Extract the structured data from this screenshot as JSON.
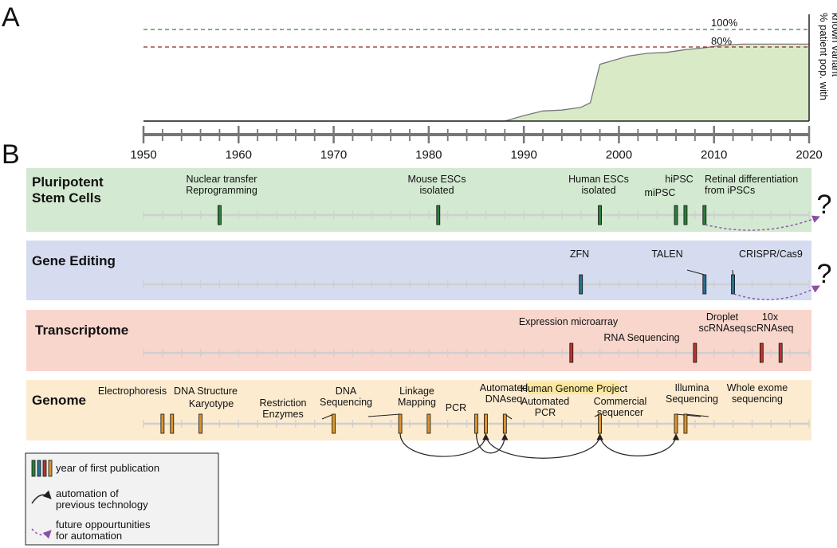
{
  "panel_a": {
    "letter": "A",
    "ylabel_line1": "% patient pop. with",
    "ylabel_line2": "known variant",
    "ref_100": "100%",
    "ref_80": "80%",
    "colors": {
      "fill": "#d9ebc6",
      "line": "#777777",
      "ref_100": "#3e7d3a",
      "ref_80": "#8b2b23"
    },
    "chart_data": {
      "type": "area",
      "xlim": [
        1950,
        2020
      ],
      "ylim": [
        0,
        100
      ],
      "x": [
        1950,
        1988,
        1990,
        1992,
        1994,
        1996,
        1997,
        1998,
        1999,
        2001,
        2003,
        2005,
        2007,
        2009,
        2011,
        2013,
        2016,
        2020
      ],
      "y": [
        0,
        0,
        6,
        11,
        12,
        15,
        20,
        62,
        65,
        71,
        74,
        75,
        78,
        80,
        83,
        84,
        84,
        84
      ]
    }
  },
  "axis": {
    "years": [
      "1950",
      "1960",
      "1970",
      "1980",
      "1990",
      "2000",
      "2010",
      "2020"
    ],
    "start": 1950,
    "end": 2020
  },
  "panel_b": {
    "letter": "B"
  },
  "rows": [
    {
      "id": "pluripotent",
      "title": [
        "Pluripotent",
        "Stem Cells"
      ],
      "bg": "#d3e9d1",
      "mark": "#2f7d3c",
      "items": [
        {
          "year": 1958,
          "text": [
            "Nuclear transfer",
            "Reprogramming"
          ]
        },
        {
          "year": 1981,
          "text": [
            "Mouse ESCs",
            "isolated"
          ]
        },
        {
          "year": 1998,
          "text": [
            "Human ESCs",
            "isolated"
          ]
        },
        {
          "year": 2006,
          "text": [
            "miPSC"
          ]
        },
        {
          "year": 2007,
          "text": [
            "hiPSC"
          ]
        },
        {
          "year": 2009,
          "text": [
            "Retinal differentiation",
            "from iPSCs"
          ]
        }
      ],
      "question": "?"
    },
    {
      "id": "gene-editing",
      "title": [
        "Gene Editing"
      ],
      "bg": "#d5dcef",
      "mark": "#2b6f8f",
      "items": [
        {
          "year": 1996,
          "text": [
            "ZFN"
          ]
        },
        {
          "year": 2009,
          "text": [
            "TALEN"
          ]
        },
        {
          "year": 2012,
          "text": [
            "CRISPR/Cas9"
          ]
        }
      ],
      "question": "?"
    },
    {
      "id": "transcriptome",
      "title": [
        "Transcriptome"
      ],
      "bg": "#f8d6cc",
      "mark": "#b8362e",
      "items": [
        {
          "year": 1995,
          "text": [
            "Expression microarray"
          ]
        },
        {
          "year": 2008,
          "text": [
            "RNA Sequencing"
          ]
        },
        {
          "year": 2015,
          "text": [
            "Droplet",
            "scRNAseq"
          ]
        },
        {
          "year": 2017,
          "text": [
            "10x",
            "scRNAseq"
          ]
        }
      ]
    },
    {
      "id": "genome",
      "title": [
        "Genome"
      ],
      "bg": "#fcebcf",
      "mark": "#d9962e",
      "items": [
        {
          "year": 1952,
          "text": [
            "Electrophoresis"
          ]
        },
        {
          "year": 1953,
          "text": [
            "DNA Structure"
          ]
        },
        {
          "year": 1956,
          "text": [
            "Karyotype"
          ]
        },
        {
          "year": 1970,
          "text": [
            "Restriction",
            "Enzymes"
          ]
        },
        {
          "year": 1977,
          "text": [
            "DNA",
            "Sequencing"
          ]
        },
        {
          "year": 1980,
          "text": [
            "Linkage",
            "Mapping"
          ]
        },
        {
          "year": 1985,
          "text": [
            "PCR"
          ]
        },
        {
          "year": 1986,
          "text": [
            "Automated",
            "DNAseq"
          ]
        },
        {
          "year": 1988,
          "text": [
            "Automated",
            "PCR"
          ]
        },
        {
          "year": 1998,
          "text": [
            "Commercial",
            "sequencer"
          ]
        },
        {
          "year": 2006,
          "text": [
            "Illumina",
            "Sequencing"
          ]
        },
        {
          "year": 2007,
          "text": [
            "Whole exome",
            "sequencing"
          ]
        }
      ],
      "highlight": "Human Genome Project",
      "highlight_color": "#fbe89c"
    }
  ],
  "legend": {
    "entry1": "year of first publication",
    "entry2": [
      "automation of",
      "previous technology"
    ],
    "entry3": [
      "future oppourtunities",
      "for automation"
    ],
    "arrow_color": "#222222",
    "future_color": "#8a4fa8"
  }
}
